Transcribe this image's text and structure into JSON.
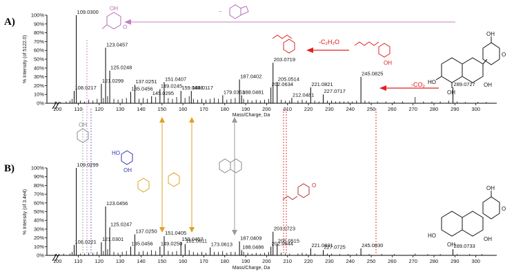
{
  "colors": {
    "spectrum": "#000000",
    "gray_structure": "#888888",
    "purple": "#b46bb4",
    "red": "#e02020",
    "blue": "#3030b0",
    "orange": "#e0a020",
    "dark_red_structure": "#b03030"
  },
  "panels": [
    {
      "label": "A)",
      "ylabel": "% Intensity (of 5122.0)",
      "xlabel": "Mass/Charge, Da"
    },
    {
      "label": "B)",
      "ylabel": "% Intensity (of 3.4e4)",
      "xlabel": "Mass/Charge, Da"
    }
  ],
  "annotations": {
    "loss_c2h2o": "-C₂H₂O",
    "loss_co2": "-CO₂",
    "oh": "OH",
    "o_minus": "O",
    "charge": "−",
    "ho": "HO",
    "o": "O"
  },
  "chart_data": [
    {
      "type": "bar",
      "title": "",
      "xlabel": "Mass/Charge, Da",
      "ylabel": "% Intensity (of 5122.0)",
      "xlim": [
        95,
        310
      ],
      "ylim": [
        0,
        100
      ],
      "x_ticks": [
        100,
        110,
        120,
        130,
        140,
        150,
        160,
        170,
        180,
        190,
        200,
        210,
        220,
        230,
        240,
        250,
        260,
        270,
        280,
        290,
        300
      ],
      "y_ticks": [
        0,
        10,
        20,
        30,
        40,
        50,
        60,
        70,
        80,
        90,
        100
      ],
      "labeled_peaks": [
        {
          "mz": 108.0217,
          "intensity": 14,
          "label": "108.0217"
        },
        {
          "mz": 109.03,
          "intensity": 100,
          "label": "109.0300"
        },
        {
          "mz": 121.0299,
          "intensity": 22,
          "label": "121.0299"
        },
        {
          "mz": 123.0457,
          "intensity": 63,
          "label": "123.0457"
        },
        {
          "mz": 125.0248,
          "intensity": 37,
          "label": "125.0248"
        },
        {
          "mz": 135.0456,
          "intensity": 13,
          "label": "135.0456"
        },
        {
          "mz": 137.0251,
          "intensity": 21,
          "label": "137.0251"
        },
        {
          "mz": 145.0295,
          "intensity": 8,
          "label": "145.0295"
        },
        {
          "mz": 149.0245,
          "intensity": 16,
          "label": "149.0245"
        },
        {
          "mz": 151.0407,
          "intensity": 24,
          "label": "151.0407"
        },
        {
          "mz": 159.0456,
          "intensity": 14,
          "label": "159.0456"
        },
        {
          "mz": 164.0117,
          "intensity": 14,
          "label": "164.0117"
        },
        {
          "mz": 179.0353,
          "intensity": 9,
          "label": "179.0353"
        },
        {
          "mz": 187.0402,
          "intensity": 27,
          "label": "187.0402"
        },
        {
          "mz": 188.0481,
          "intensity": 9,
          "label": "188.0481"
        },
        {
          "mz": 202.0634,
          "intensity": 18,
          "label": "202.0634"
        },
        {
          "mz": 203.0719,
          "intensity": 46,
          "label": "203.0719"
        },
        {
          "mz": 205.0514,
          "intensity": 24,
          "label": "205.0514"
        },
        {
          "mz": 212.0481,
          "intensity": 6,
          "label": "212.0481"
        },
        {
          "mz": 221.0821,
          "intensity": 18,
          "label": "221.0821"
        },
        {
          "mz": 227.0717,
          "intensity": 10,
          "label": "227.0717"
        },
        {
          "mz": 245.0825,
          "intensity": 30,
          "label": "245.0825"
        },
        {
          "mz": 289.0727,
          "intensity": 18,
          "label": "289.0727"
        }
      ],
      "minor_peaks": [
        {
          "mz": 99.0,
          "intensity": 2
        },
        {
          "mz": 101.5,
          "intensity": 1.5
        },
        {
          "mz": 104.2,
          "intensity": 2
        },
        {
          "mz": 106.0,
          "intensity": 3
        },
        {
          "mz": 107.0,
          "intensity": 5
        },
        {
          "mz": 111.0,
          "intensity": 3
        },
        {
          "mz": 113.0,
          "intensity": 2
        },
        {
          "mz": 115.0,
          "intensity": 4
        },
        {
          "mz": 117.0,
          "intensity": 3
        },
        {
          "mz": 119.0,
          "intensity": 5
        },
        {
          "mz": 122.0,
          "intensity": 6
        },
        {
          "mz": 124.0,
          "intensity": 8
        },
        {
          "mz": 127.0,
          "intensity": 5
        },
        {
          "mz": 129.0,
          "intensity": 4
        },
        {
          "mz": 131.0,
          "intensity": 5
        },
        {
          "mz": 133.0,
          "intensity": 6
        },
        {
          "mz": 139.0,
          "intensity": 5
        },
        {
          "mz": 141.0,
          "intensity": 6
        },
        {
          "mz": 143.0,
          "intensity": 5
        },
        {
          "mz": 147.0,
          "intensity": 7
        },
        {
          "mz": 153.0,
          "intensity": 6
        },
        {
          "mz": 155.0,
          "intensity": 5
        },
        {
          "mz": 157.0,
          "intensity": 7
        },
        {
          "mz": 161.0,
          "intensity": 6
        },
        {
          "mz": 163.0,
          "intensity": 8
        },
        {
          "mz": 165.0,
          "intensity": 5
        },
        {
          "mz": 167.0,
          "intensity": 4
        },
        {
          "mz": 169.0,
          "intensity": 5
        },
        {
          "mz": 171.0,
          "intensity": 4
        },
        {
          "mz": 173.0,
          "intensity": 5
        },
        {
          "mz": 175.0,
          "intensity": 6
        },
        {
          "mz": 177.0,
          "intensity": 5
        },
        {
          "mz": 181.0,
          "intensity": 4
        },
        {
          "mz": 183.0,
          "intensity": 5
        },
        {
          "mz": 185.0,
          "intensity": 6
        },
        {
          "mz": 189.0,
          "intensity": 5
        },
        {
          "mz": 191.0,
          "intensity": 4
        },
        {
          "mz": 193.0,
          "intensity": 3
        },
        {
          "mz": 195.0,
          "intensity": 4
        },
        {
          "mz": 197.0,
          "intensity": 3
        },
        {
          "mz": 199.0,
          "intensity": 4
        },
        {
          "mz": 201.0,
          "intensity": 5
        },
        {
          "mz": 207.0,
          "intensity": 4
        },
        {
          "mz": 209.0,
          "intensity": 3
        },
        {
          "mz": 211.0,
          "intensity": 3
        },
        {
          "mz": 215.0,
          "intensity": 3
        },
        {
          "mz": 217.0,
          "intensity": 4
        },
        {
          "mz": 219.0,
          "intensity": 3
        },
        {
          "mz": 223.0,
          "intensity": 3
        },
        {
          "mz": 225.0,
          "intensity": 2
        },
        {
          "mz": 229.0,
          "intensity": 3
        },
        {
          "mz": 231.0,
          "intensity": 3
        },
        {
          "mz": 233.0,
          "intensity": 2
        },
        {
          "mz": 235.0,
          "intensity": 2
        },
        {
          "mz": 237.0,
          "intensity": 2
        },
        {
          "mz": 239.0,
          "intensity": 2
        },
        {
          "mz": 241.0,
          "intensity": 2
        },
        {
          "mz": 243.0,
          "intensity": 3
        },
        {
          "mz": 247.0,
          "intensity": 3
        },
        {
          "mz": 249.0,
          "intensity": 2
        },
        {
          "mz": 253.0,
          "intensity": 2
        },
        {
          "mz": 257.0,
          "intensity": 2
        },
        {
          "mz": 261.0,
          "intensity": 2
        },
        {
          "mz": 265.0,
          "intensity": 2
        },
        {
          "mz": 271.0,
          "intensity": 7
        },
        {
          "mz": 275.0,
          "intensity": 2
        },
        {
          "mz": 279.0,
          "intensity": 2
        },
        {
          "mz": 283.0,
          "intensity": 2
        },
        {
          "mz": 287.0,
          "intensity": 3
        },
        {
          "mz": 291.0,
          "intensity": 2
        },
        {
          "mz": 295.0,
          "intensity": 1.5
        },
        {
          "mz": 301.0,
          "intensity": 1.5
        },
        {
          "mz": 305.0,
          "intensity": 1.5
        }
      ]
    },
    {
      "type": "bar",
      "title": "",
      "xlabel": "Mass/Charge, Da",
      "ylabel": "% Intensity (of 3.4e4)",
      "xlim": [
        95,
        310
      ],
      "ylim": [
        0,
        100
      ],
      "x_ticks": [
        100,
        110,
        120,
        130,
        140,
        150,
        160,
        170,
        180,
        190,
        200,
        210,
        220,
        230,
        240,
        250,
        260,
        270,
        280,
        290,
        300
      ],
      "y_ticks": [
        0,
        10,
        20,
        30,
        40,
        50,
        60,
        70,
        80,
        90,
        100
      ],
      "labeled_peaks": [
        {
          "mz": 108.0221,
          "intensity": 12,
          "label": "108.0221"
        },
        {
          "mz": 109.0299,
          "intensity": 100,
          "label": "109.0299"
        },
        {
          "mz": 121.0301,
          "intensity": 15,
          "label": "121.0301"
        },
        {
          "mz": 123.0456,
          "intensity": 56,
          "label": "123.0456"
        },
        {
          "mz": 125.0247,
          "intensity": 32,
          "label": "125.0247"
        },
        {
          "mz": 135.0456,
          "intensity": 10,
          "label": "135.0456"
        },
        {
          "mz": 137.025,
          "intensity": 24,
          "label": "137.0250"
        },
        {
          "mz": 149.025,
          "intensity": 10,
          "label": "149.0250"
        },
        {
          "mz": 151.0405,
          "intensity": 22,
          "label": "151.0405"
        },
        {
          "mz": 159.0457,
          "intensity": 15,
          "label": "159.0457"
        },
        {
          "mz": 161.0611,
          "intensity": 13,
          "label": "161.0611"
        },
        {
          "mz": 173.0613,
          "intensity": 9,
          "label": "173.0613"
        },
        {
          "mz": 187.0409,
          "intensity": 16,
          "label": "187.0409"
        },
        {
          "mz": 188.0486,
          "intensity": 6,
          "label": "188.0486"
        },
        {
          "mz": 202.0644,
          "intensity": 10,
          "label": "202.0644"
        },
        {
          "mz": 203.0723,
          "intensity": 27,
          "label": "203.0723"
        },
        {
          "mz": 205.0515,
          "intensity": 13,
          "label": "205.0515"
        },
        {
          "mz": 221.0831,
          "intensity": 8,
          "label": "221.0831"
        },
        {
          "mz": 227.0725,
          "intensity": 6,
          "label": "227.0725"
        },
        {
          "mz": 245.083,
          "intensity": 8,
          "label": "245.0830"
        },
        {
          "mz": 289.0733,
          "intensity": 7,
          "label": "289.0733"
        }
      ],
      "minor_peaks": [
        {
          "mz": 99.0,
          "intensity": 1.5
        },
        {
          "mz": 103.0,
          "intensity": 2
        },
        {
          "mz": 106.0,
          "intensity": 2
        },
        {
          "mz": 107.0,
          "intensity": 4
        },
        {
          "mz": 111.0,
          "intensity": 2
        },
        {
          "mz": 113.0,
          "intensity": 2
        },
        {
          "mz": 115.0,
          "intensity": 3
        },
        {
          "mz": 117.0,
          "intensity": 3
        },
        {
          "mz": 119.0,
          "intensity": 4
        },
        {
          "mz": 122.0,
          "intensity": 5
        },
        {
          "mz": 124.0,
          "intensity": 7
        },
        {
          "mz": 127.0,
          "intensity": 4
        },
        {
          "mz": 129.0,
          "intensity": 3
        },
        {
          "mz": 131.0,
          "intensity": 4
        },
        {
          "mz": 133.0,
          "intensity": 5
        },
        {
          "mz": 139.0,
          "intensity": 4
        },
        {
          "mz": 141.0,
          "intensity": 5
        },
        {
          "mz": 143.0,
          "intensity": 4
        },
        {
          "mz": 145.0,
          "intensity": 6
        },
        {
          "mz": 147.0,
          "intensity": 5
        },
        {
          "mz": 153.0,
          "intensity": 5
        },
        {
          "mz": 155.0,
          "intensity": 4
        },
        {
          "mz": 157.0,
          "intensity": 5
        },
        {
          "mz": 163.0,
          "intensity": 6
        },
        {
          "mz": 165.0,
          "intensity": 4
        },
        {
          "mz": 167.0,
          "intensity": 3
        },
        {
          "mz": 169.0,
          "intensity": 4
        },
        {
          "mz": 171.0,
          "intensity": 3
        },
        {
          "mz": 175.0,
          "intensity": 4
        },
        {
          "mz": 177.0,
          "intensity": 4
        },
        {
          "mz": 179.0,
          "intensity": 5
        },
        {
          "mz": 181.0,
          "intensity": 3
        },
        {
          "mz": 183.0,
          "intensity": 4
        },
        {
          "mz": 185.0,
          "intensity": 4
        },
        {
          "mz": 189.0,
          "intensity": 4
        },
        {
          "mz": 191.0,
          "intensity": 3
        },
        {
          "mz": 193.0,
          "intensity": 2
        },
        {
          "mz": 195.0,
          "intensity": 3
        },
        {
          "mz": 197.0,
          "intensity": 2
        },
        {
          "mz": 199.0,
          "intensity": 3
        },
        {
          "mz": 201.0,
          "intensity": 4
        },
        {
          "mz": 207.0,
          "intensity": 3
        },
        {
          "mz": 209.0,
          "intensity": 2
        },
        {
          "mz": 211.0,
          "intensity": 2
        },
        {
          "mz": 215.0,
          "intensity": 2
        },
        {
          "mz": 217.0,
          "intensity": 3
        },
        {
          "mz": 219.0,
          "intensity": 2
        },
        {
          "mz": 223.0,
          "intensity": 2
        },
        {
          "mz": 229.0,
          "intensity": 2
        },
        {
          "mz": 231.0,
          "intensity": 2
        },
        {
          "mz": 235.0,
          "intensity": 1.5
        },
        {
          "mz": 239.0,
          "intensity": 1.5
        },
        {
          "mz": 243.0,
          "intensity": 2
        },
        {
          "mz": 249.0,
          "intensity": 1.5
        },
        {
          "mz": 255.0,
          "intensity": 1.5
        },
        {
          "mz": 261.0,
          "intensity": 1.5
        },
        {
          "mz": 271.0,
          "intensity": 2
        },
        {
          "mz": 277.0,
          "intensity": 1.5
        },
        {
          "mz": 283.0,
          "intensity": 1.5
        },
        {
          "mz": 291.0,
          "intensity": 1.5
        },
        {
          "mz": 297.0,
          "intensity": 1.5
        },
        {
          "mz": 303.0,
          "intensity": 1.5
        }
      ]
    }
  ]
}
